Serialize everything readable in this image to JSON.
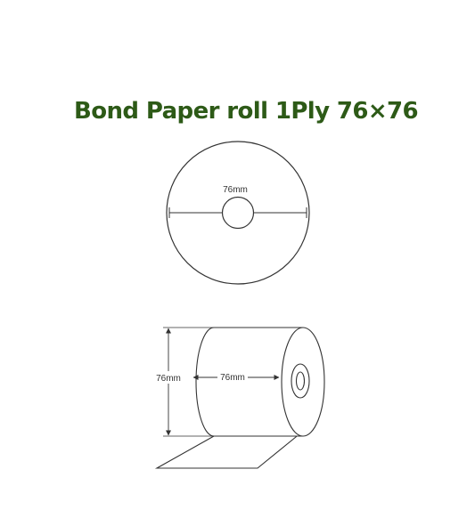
{
  "title": "Bond Paper roll 1Ply 76×76",
  "colors": {
    "title": "#2d5a17",
    "line": "#333333"
  },
  "top_view": {
    "diameter_label": "76mm"
  },
  "side_view": {
    "height_label": "76mm",
    "width_label": "76mm"
  }
}
